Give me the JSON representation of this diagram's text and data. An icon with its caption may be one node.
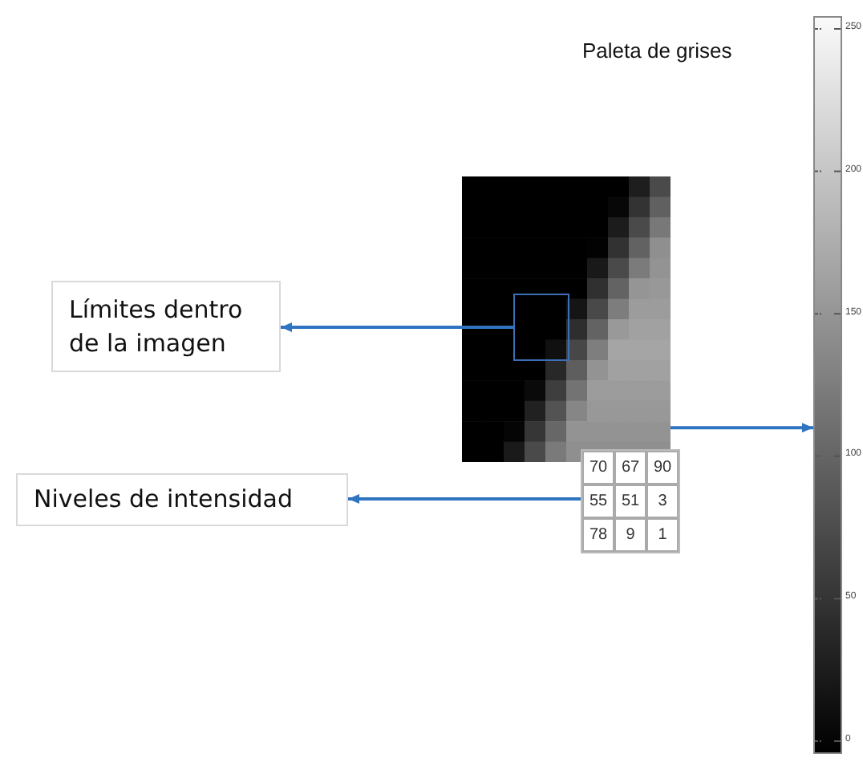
{
  "diagram": {
    "nodes": [
      {
        "text": [
          "Límites dentro de la imagen"
        ]
      },
      {
        "text": [
          "Niveles de intensidad"
        ]
      },
      {
        "text": [],
        "shape": "picture"
      },
      {
        "text": [],
        "shape": "box",
        "in": 2
      },
      {
        "text": [
          "70",
          "67",
          "90",
          "55",
          "51",
          "3",
          "78",
          "9",
          "1"
        ]
      },
      {
        "text": [],
        "shape": "bar"
      }
    ],
    "edges": [
      {
        "from": 3,
        "to": 0,
        "arrow": "to"
      },
      {
        "from": 4,
        "to": 1,
        "arrow": "to"
      },
      {
        "from": 2,
        "to": 5,
        "arrow": "to"
      }
    ],
    "labels": [
      "Paleta de grises",
      "250",
      "200",
      "150",
      "100",
      "50",
      "0"
    ]
  }
}
